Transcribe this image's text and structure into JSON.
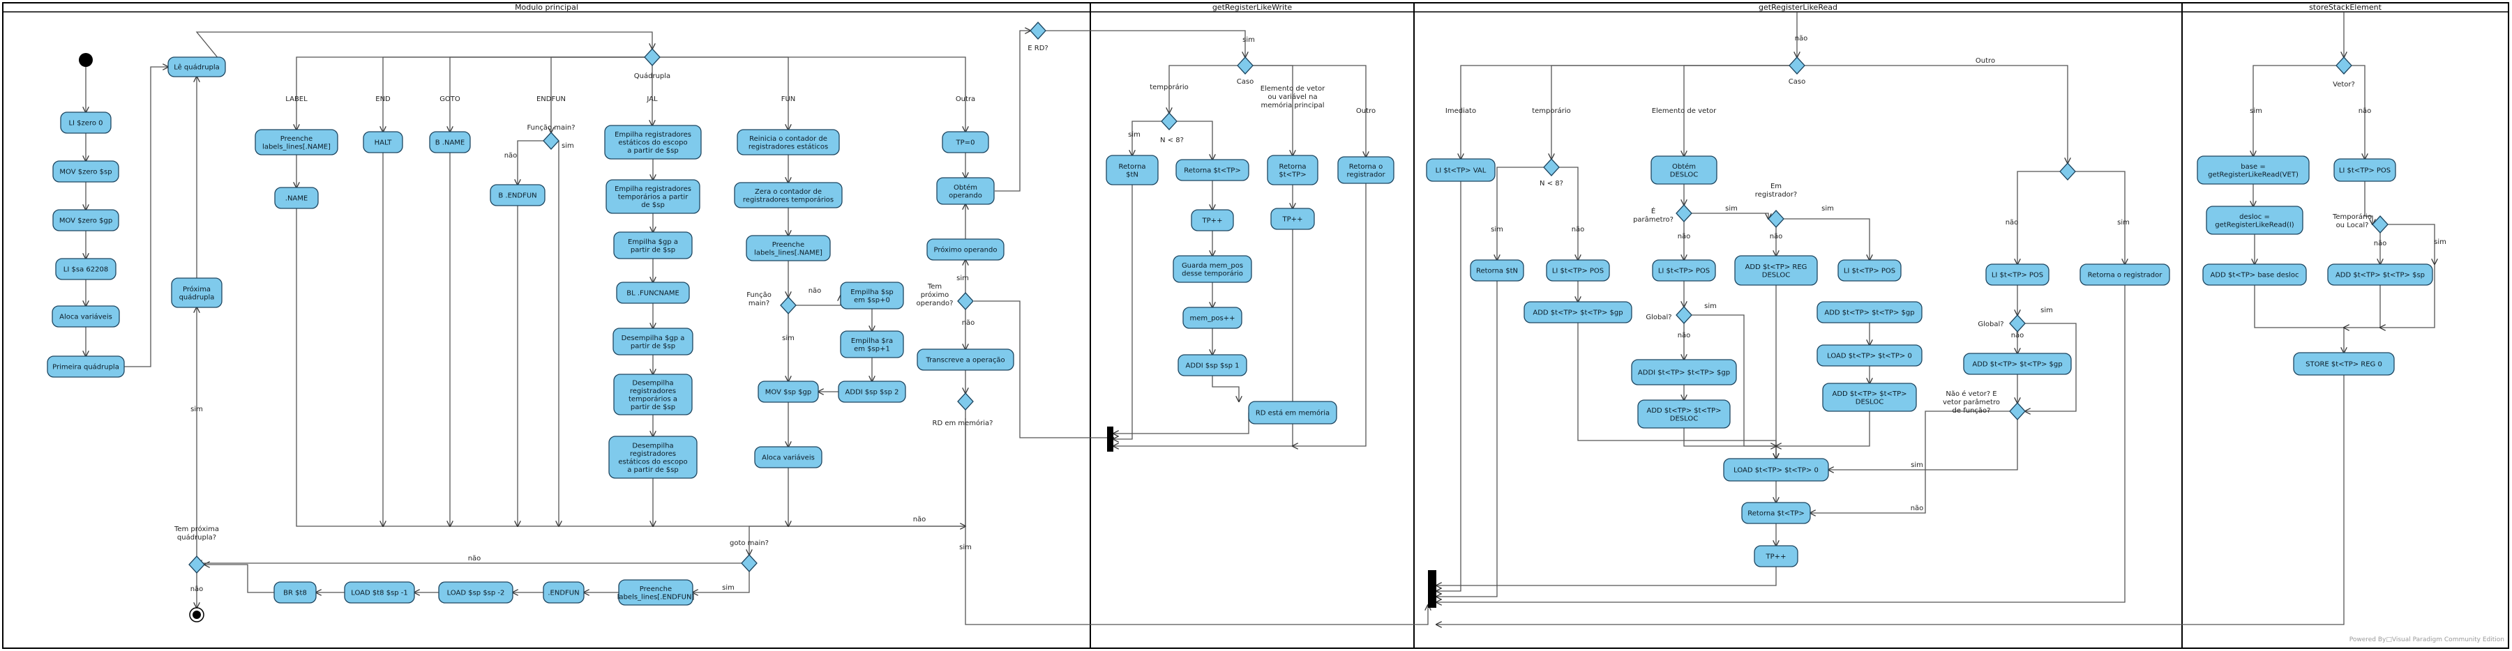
{
  "lanes": [
    {
      "title": "Modulo principal"
    },
    {
      "title": "getRegisterLikeWrite"
    },
    {
      "title": "getRegisterLikeRead"
    },
    {
      "title": "storeStackElement"
    }
  ],
  "nodes": {
    "le_quadrupla": "Lê quádrupla",
    "li_zero": "LI $zero 0",
    "mov_zero_sp": "MOV $zero $sp",
    "mov_zero_gp": "MOV $zero $gp",
    "li_sa": "LI $sa 62208",
    "aloca_vars_1": "Aloca variáveis",
    "primeira_quad": "Primeira quádrupla",
    "proxima_quad": [
      "Próxima",
      "quádrupla"
    ],
    "preenche_labels_name": [
      "Preenche",
      "labels_lines[.NAME]"
    ],
    "dot_name": ".NAME",
    "halt": "HALT",
    "b_name": "B .NAME",
    "b_endfun": "B .ENDFUN",
    "empilha_reg_est": [
      "Empilha registradores",
      "estáticos do escopo",
      "a partir de $sp"
    ],
    "empilha_reg_temp": [
      "Empilha registradores",
      "temporários a partir",
      "de $sp"
    ],
    "empilha_gp": [
      "Empilha $gp a",
      "partir de $sp"
    ],
    "bl_funcname": "BL .FUNCNAME",
    "desempilha_gp": [
      "Desempilha $gp a",
      "partir de $sp"
    ],
    "desempilha_reg_temp": [
      "Desempilha",
      "registradores",
      "temporários a",
      "partir de $sp"
    ],
    "desempilha_reg_est": [
      "Desempilha",
      "registradores",
      "estáticos do escopo",
      "a partir de $sp"
    ],
    "reinicia_contador": [
      "Reinicia o contador de",
      "registradores estáticos"
    ],
    "zera_contador": [
      "Zera o contador de",
      "registradores temporários"
    ],
    "preenche_labels_name2": [
      "Preenche",
      "labels_lines[.NAME]"
    ],
    "empilha_sp": [
      "Empilha $sp",
      "em $sp+0"
    ],
    "empilha_ra": [
      "Empilha $ra",
      "em $sp+1"
    ],
    "addi_sp_2": "ADDI $sp $sp 2",
    "mov_sp_gp": "MOV $sp $gp",
    "aloca_vars_2": "Aloca variáveis",
    "tp_zero": "TP=0",
    "obtem_operando": [
      "Obtém",
      "operando"
    ],
    "proximo_operando": "Próximo operando",
    "transcreve": "Transcreve a operação",
    "preenche_endfun": [
      "Preenche",
      "labels_lines[.ENDFUN]"
    ],
    "endfun": ".ENDFUN",
    "load_sp": "LOAD $sp $sp -2",
    "load_ra": "LOAD $t8 $sp -1",
    "br_t8": "BR $t8",
    "w_retorna_tn": [
      "Retorna",
      "$tN"
    ],
    "w_retorna_ttp": "Retorna $t<TP>",
    "w_tp_pp": "TP++",
    "w_guarda_mem": [
      "Guarda mem_pos",
      "desse temporário"
    ],
    "w_mem_pos": "mem_pos++",
    "w_addi": "ADDI $sp $sp 1",
    "w_rd_memoria": "RD está em memória",
    "w_retorna_ttp2": [
      "Retorna",
      "$t<TP>"
    ],
    "w_tp_pp2": "TP++",
    "w_retorna_reg": [
      "Retorna o",
      "registrador"
    ],
    "r_li_val": "LI $t<TP> VAL",
    "r_obtem_desloc": [
      "Obtém",
      "DESLOC"
    ],
    "r_retorna_tn": "Retorna $tN",
    "r_li_pos": "LI $t<TP> POS",
    "r_add_gp": "ADD $t<TP> $t<TP> $gp",
    "r_li_pos2": "LI $t<TP> POS",
    "r_add_reg_desloc": [
      "ADD $t<TP> REG",
      "DESLOC"
    ],
    "r_li_pos3": "LI $t<TP> POS",
    "r_addi_gp": "ADDI $t<TP> $t<TP> $gp",
    "r_add_gp2": "ADD $t<TP> $t<TP> $gp",
    "r_load_0": "LOAD $t<TP> $t<TP> 0",
    "r_add_desloc": [
      "ADD $t<TP> $t<TP>",
      "DESLOC"
    ],
    "r_add_desloc2": [
      "ADD $t<TP> $t<TP>",
      "DESLOC"
    ],
    "r_load_tp": "LOAD $t<TP> $t<TP> 0",
    "r_retorna_ttp": "Retorna $t<TP>",
    "r_tp_pp": "TP++",
    "r_li_pos4": "LI $t<TP> POS",
    "r_retorna_reg": "Retorna o registrador",
    "r_add_gp3": "ADD $t<TP> $t<TP> $gp",
    "s_base": [
      "base =",
      "getRegisterLikeRead(VET)"
    ],
    "s_li_pos": "LI $t<TP> POS",
    "s_desloc": [
      "desloc =",
      "getRegisterLikeRead(I)"
    ],
    "s_add_base": "ADD $t<TP> base desloc",
    "s_add_sp": "ADD $t<TP> $t<TP> $sp",
    "s_store": "STORE $t<TP> REG 0"
  },
  "labels": {
    "quadrupla": "Quádrupla",
    "label": "LABEL",
    "end": "END",
    "goto": "GOTO",
    "endfun": "ENDFUN",
    "jal": "JAL",
    "fun": "FUN",
    "outra": "Outra",
    "e_rd": "E RD?",
    "funcao_main": "Função main?",
    "nao": "não",
    "sim": "sim",
    "funcao_main2": [
      "Função",
      "main?"
    ],
    "tem_proximo_operando": [
      "Tem",
      "próximo",
      "operando?"
    ],
    "rd_em_memoria": "RD em memória?",
    "goto_main": "goto main?",
    "tem_proxima_quad": [
      "Tem próxima",
      "quádrupla?"
    ],
    "caso": "Caso",
    "temporario": "temporário",
    "elemento_vetor_write": [
      "Elemento de vetor",
      "ou variável na",
      "memória principal"
    ],
    "outro": "Outro",
    "n_lt_8": "N < 8?",
    "imediato": "Imediato",
    "elemento_vetor": "Elemento de vetor",
    "e_parametro": [
      "É",
      "parâmetro?"
    ],
    "em_registrador": [
      "Em",
      "registrador?"
    ],
    "global": "Global?",
    "nao_e_vetor": [
      "Não é vetor? E",
      "vetor parâmetro",
      "de função?"
    ],
    "vetor": "Vetor?",
    "temporario_ou_local": [
      "Temporário",
      "ou Local?"
    ]
  },
  "watermark": "Powered By□Visual Paradigm Community Edition"
}
